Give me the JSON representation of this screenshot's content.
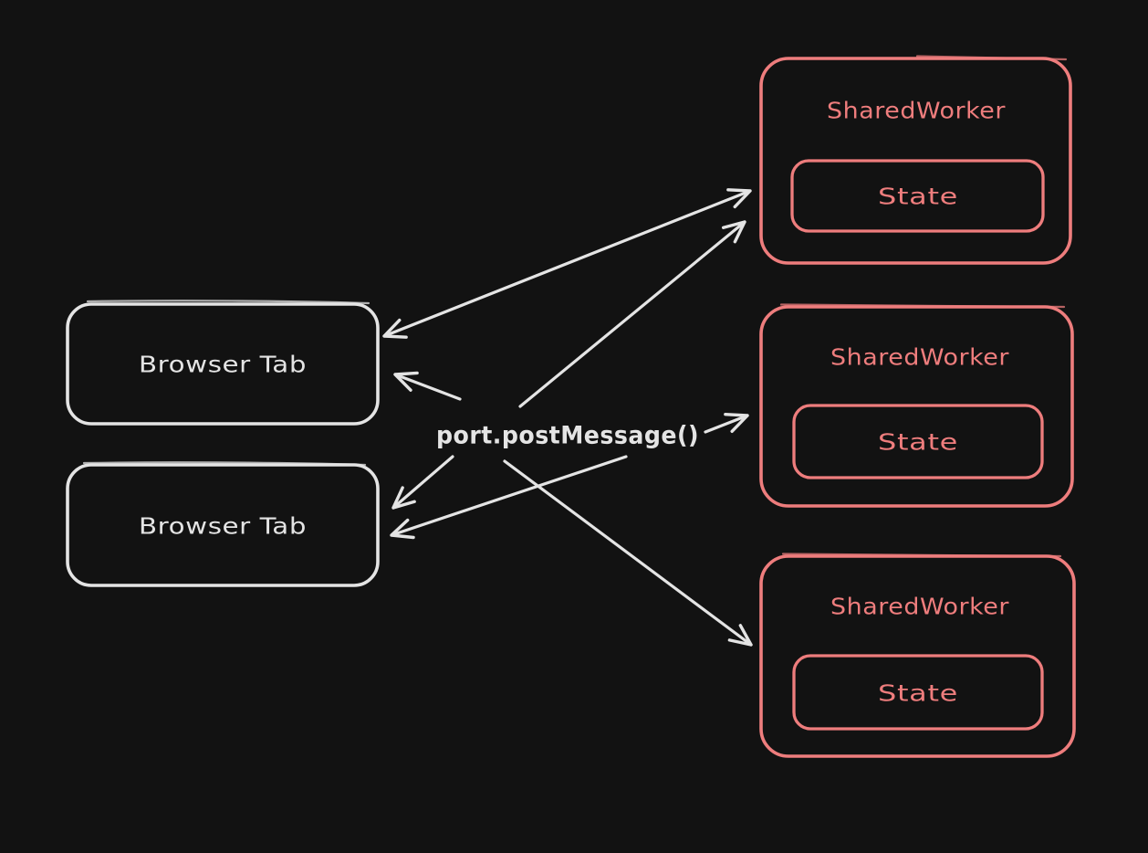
{
  "colors": {
    "background": "#121212",
    "stroke_light": "#e4e4e4",
    "stroke_accent": "#ee7d7d"
  },
  "center_label": {
    "text": "port.postMessage()"
  },
  "browser_tabs": [
    {
      "label": "Browser Tab"
    },
    {
      "label": "Browser Tab"
    }
  ],
  "shared_workers": [
    {
      "label": "SharedWorker",
      "state": {
        "label": "State"
      }
    },
    {
      "label": "SharedWorker",
      "state": {
        "label": "State"
      }
    },
    {
      "label": "SharedWorker",
      "state": {
        "label": "State"
      }
    }
  ],
  "connections": [
    {
      "from": "browser-tab-1",
      "to": "shared-worker-1",
      "bidirectional": true
    },
    {
      "from": "port-postmessage-label",
      "to": "shared-worker-1",
      "bidirectional": false
    },
    {
      "from": "port-postmessage-label",
      "to": "browser-tab-1",
      "bidirectional": false
    },
    {
      "from": "port-postmessage-label",
      "to": "shared-worker-2",
      "bidirectional": false
    },
    {
      "from": "port-postmessage-label",
      "to": "browser-tab-2",
      "bidirectional": false
    },
    {
      "from": "port-postmessage-label",
      "to": "browser-tab-2",
      "bidirectional": false
    },
    {
      "from": "port-postmessage-label",
      "to": "shared-worker-3",
      "bidirectional": false
    }
  ]
}
